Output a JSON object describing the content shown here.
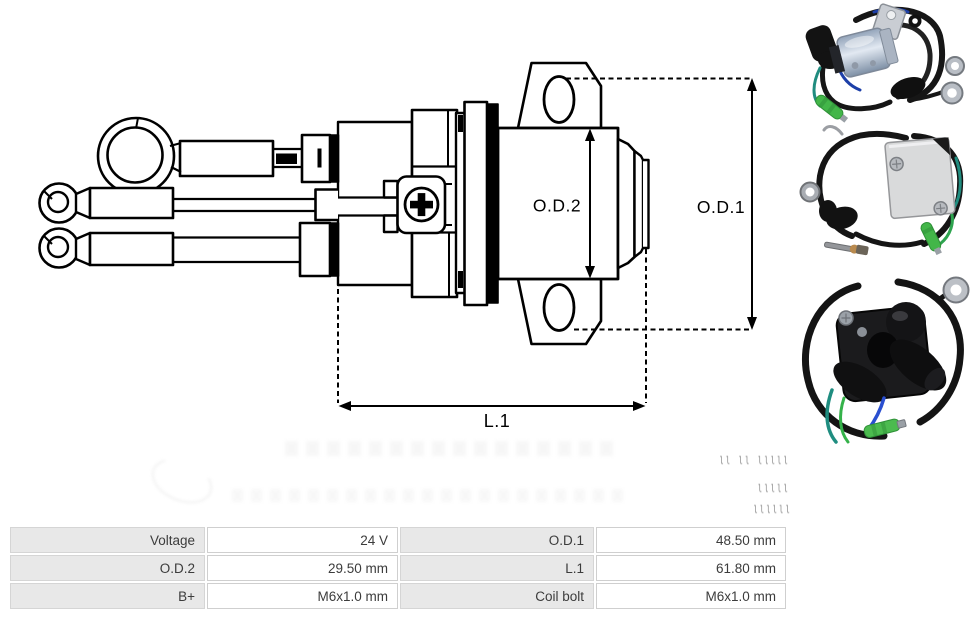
{
  "diagram": {
    "dimension_labels": {
      "od2": "O.D.2",
      "od1": "O.D.1",
      "l1": "L.1"
    }
  },
  "spec_table": {
    "rows": [
      {
        "c0": "Voltage",
        "c1": "24 V",
        "c2": "O.D.1",
        "c3": "48.50 mm"
      },
      {
        "c0": "O.D.2",
        "c1": "29.50 mm",
        "c2": "L.1",
        "c3": "61.80 mm"
      },
      {
        "c0": "B+",
        "c1": "M6x1.0 mm",
        "c2": "Coil bolt",
        "c3": "M6x1.0 mm"
      }
    ]
  },
  "artifacts": {
    "tick_marks_row1": "ll ll lllll",
    "tick_marks_row2": "lllll",
    "tick_marks_row3": "llllll"
  }
}
